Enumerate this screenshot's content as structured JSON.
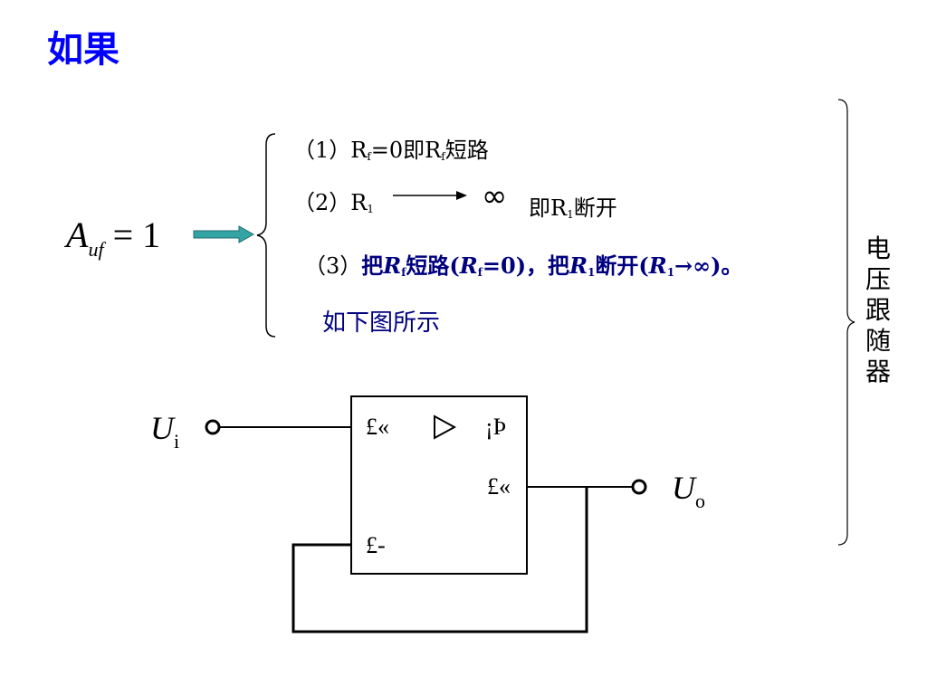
{
  "title": "如果",
  "formula": {
    "main": "A",
    "sub": "uf",
    "rhs": "= 1"
  },
  "cases": {
    "c1": {
      "prefix": "（1）R",
      "sub1": "f",
      "mid": "=0即R",
      "sub2": "f",
      "suffix": "短路"
    },
    "c2": {
      "prefix": "（2）R",
      "sub1": "1",
      "infinity": "∞",
      "suffix_a": "即R",
      "sub2": "1",
      "suffix_b": "断开"
    },
    "c3": {
      "prefix": "（3）",
      "t1": "把",
      "r1": "R",
      "s1": "f",
      "t2": "短路(",
      "r2": "R",
      "s2": "f",
      "t3": "=0)，把",
      "r3": "R",
      "s3": "1",
      "t4": "断开(",
      "r4": "R",
      "s4": "1",
      "t5": "→∞)。"
    },
    "c4": "如下图所示"
  },
  "side_label": [
    "电",
    "压",
    "跟",
    "随",
    "器"
  ],
  "circuit": {
    "input": {
      "main": "U",
      "sub": "i"
    },
    "output": {
      "main": "U",
      "sub": "o"
    },
    "pin_plus": "£«",
    "pin_minus": "£-",
    "pin_out": "£«",
    "pin_inf": "¡Þ"
  },
  "colors": {
    "title": "#0000ff",
    "case": "#000000",
    "emphasis": "#00007f",
    "arrow": "#33a4a4"
  }
}
